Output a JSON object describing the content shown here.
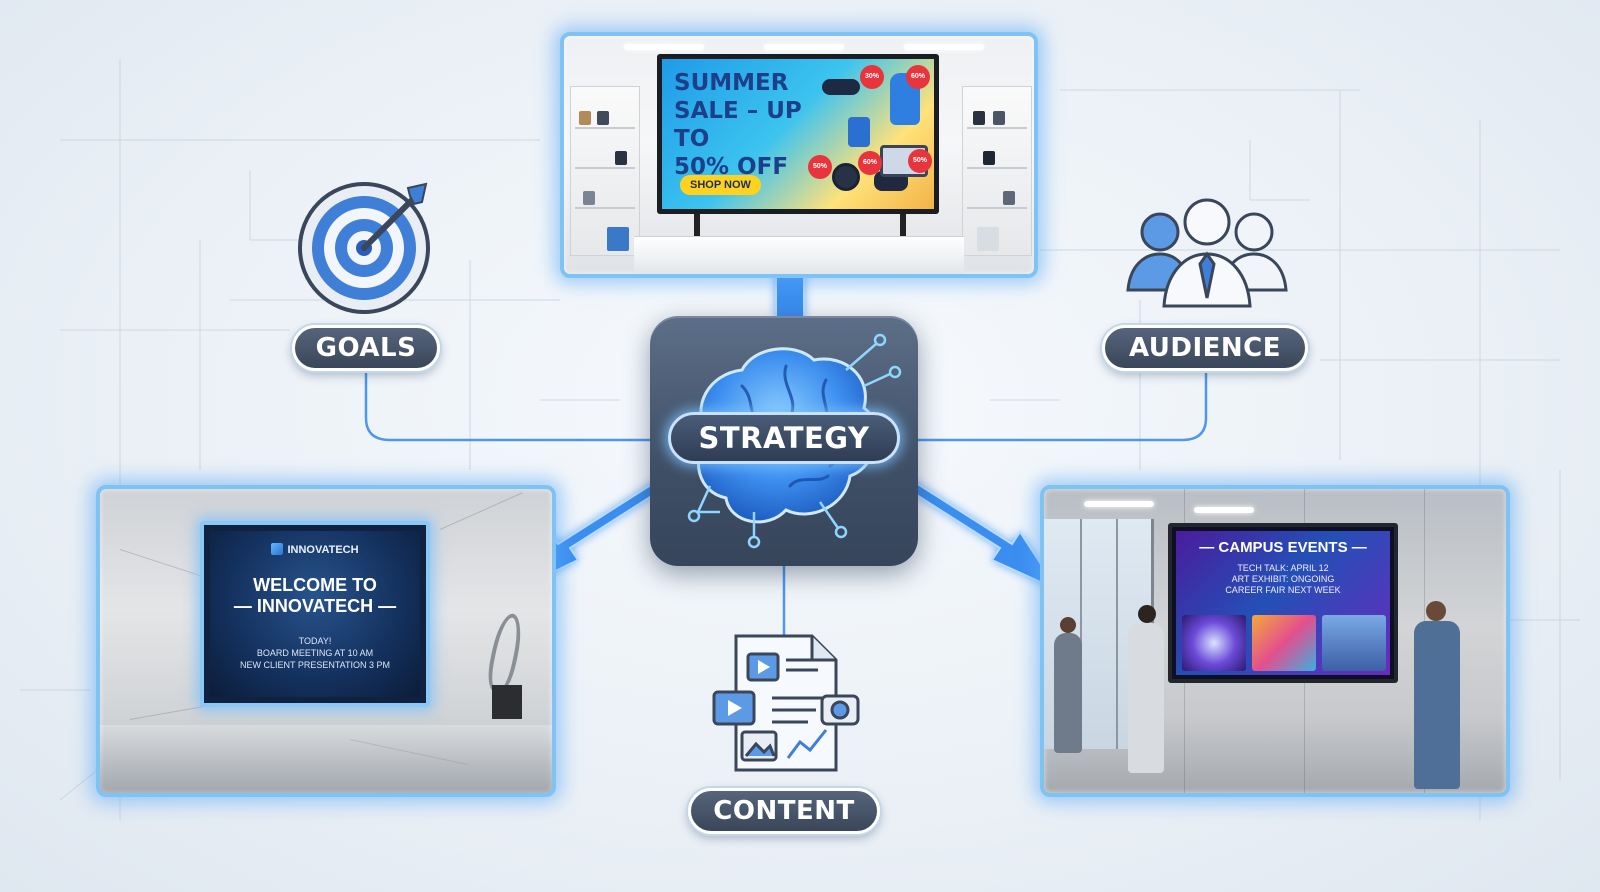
{
  "center": {
    "label": "STRATEGY"
  },
  "nodes": {
    "goals": {
      "label": "GOALS",
      "icon": "target-icon"
    },
    "audience": {
      "label": "AUDIENCE",
      "icon": "people-icon"
    },
    "content": {
      "label": "CONTENT",
      "icon": "document-media-icon"
    }
  },
  "screens": {
    "retail": {
      "headline_1": "SUMMER",
      "headline_2": "SALE – UP TO",
      "headline_3": "50% OFF",
      "cta": "SHOP NOW",
      "badges": [
        "30%",
        "60%",
        "50%",
        "60%",
        "50%"
      ]
    },
    "corporate": {
      "brand": "INNOVATECH",
      "welcome_1": "WELCOME TO",
      "welcome_2": "— INNOVATECH —",
      "today": "TODAY!",
      "line_1": "BOARD MEETING AT 10 AM",
      "line_2": "NEW CLIENT PRESENTATION 3 PM"
    },
    "campus": {
      "title": "— CAMPUS EVENTS —",
      "line_1": "TECH TALK: APRIL 12",
      "line_2": "ART EXHIBIT: ONGOING",
      "line_3": "CAREER FAIR NEXT WEEK"
    }
  },
  "colors": {
    "accent_blue": "#3b8ef0",
    "glow_blue": "#7ec3f4",
    "pill_dark": "#3a4659",
    "center_box": "#46566e"
  }
}
